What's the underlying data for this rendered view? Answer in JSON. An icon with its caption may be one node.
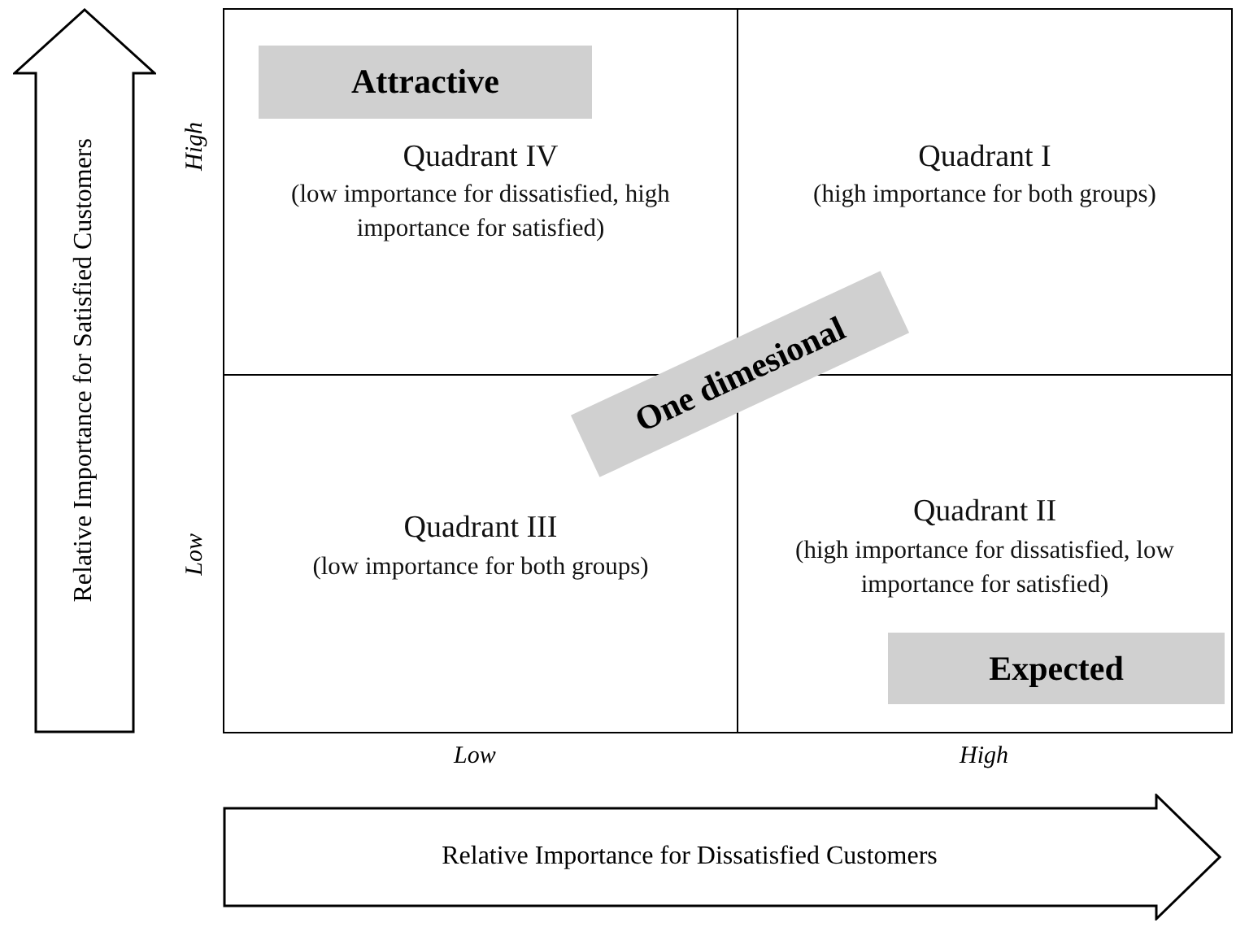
{
  "diagram": {
    "nodes": [
      {
        "text": [
          "Quadrant IV",
          "(low importance for dissatisfied, high importance for satisfied)"
        ]
      },
      {
        "text": [
          "Attractive"
        ],
        "in": 0
      },
      {
        "text": [
          "Quadrant I",
          "(high importance for both groups)"
        ]
      },
      {
        "text": [
          "One dimesional"
        ]
      },
      {
        "text": [
          "Quadrant III",
          "(low importance for both groups)"
        ]
      },
      {
        "text": [
          "Quadrant II",
          "(high importance for dissatisfied, low importance for satisfied)"
        ]
      },
      {
        "text": [
          "Expected"
        ],
        "in": 5
      },
      {
        "text": [
          "Relative Importance for Satisfied Customers"
        ]
      },
      {
        "text": [
          "Relative Importance for Dissatisfied Customers"
        ]
      }
    ],
    "labels": [
      "High",
      "Low",
      "Low",
      "High"
    ]
  }
}
